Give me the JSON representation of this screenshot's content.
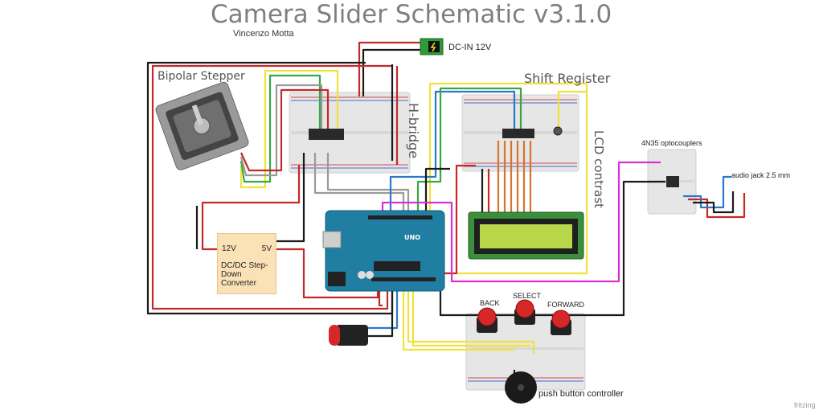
{
  "title": "Camera Slider Schematic v3.1.0",
  "author": "Vincenzo Motta",
  "labels": {
    "power_in": "DC-IN 12V",
    "stepper": "Bipolar Stepper",
    "hbridge": "H-bridge",
    "shift_register": "Shift Register",
    "lcd_contrast": "LCD contrast",
    "optocouplers": "4N35 optocouplers",
    "audio_jack": "audio jack 2.5 mm",
    "dcdc_in": "12V",
    "dcdc_out": "5V",
    "dcdc_name": "DC/DC Step-Down Converter",
    "button_back": "BACK",
    "button_select": "SELECT",
    "button_forward": "FORWARD",
    "controller": "push button controller",
    "arduino_brand": "UNO",
    "watermark": "fritzing"
  },
  "colors": {
    "red": "#c62828",
    "black": "#1a1a1a",
    "yellow": "#f1e13a",
    "green": "#35a845",
    "blue": "#2a78c8",
    "orange": "#d8732a",
    "gray": "#9a9a9a",
    "magenta": "#d830d8",
    "arduino": "#1f7ea1",
    "lcd": "#b8d84a",
    "breadboard": "#e6e6e6",
    "dcdc": "#fbe2b6"
  }
}
